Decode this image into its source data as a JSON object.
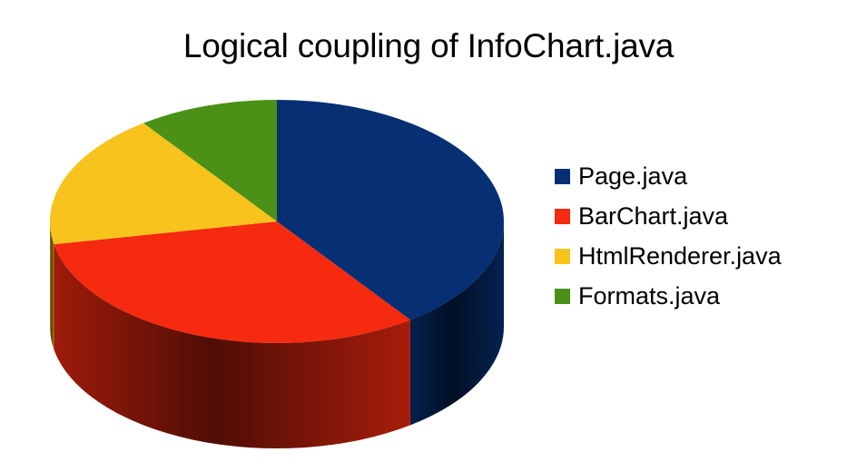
{
  "chart_data": {
    "type": "pie",
    "title": "Logical coupling of InfoChart.java",
    "three_d": true,
    "legend_position": "right",
    "slices": [
      {
        "label": "Page.java",
        "value": 40,
        "color": "#073074"
      },
      {
        "label": "BarChart.java",
        "value": 32,
        "color": "#F52A0F"
      },
      {
        "label": "HtmlRenderer.java",
        "value": 18,
        "color": "#F7C31C"
      },
      {
        "label": "Formats.java",
        "value": 10,
        "color": "#4B9117"
      }
    ]
  }
}
